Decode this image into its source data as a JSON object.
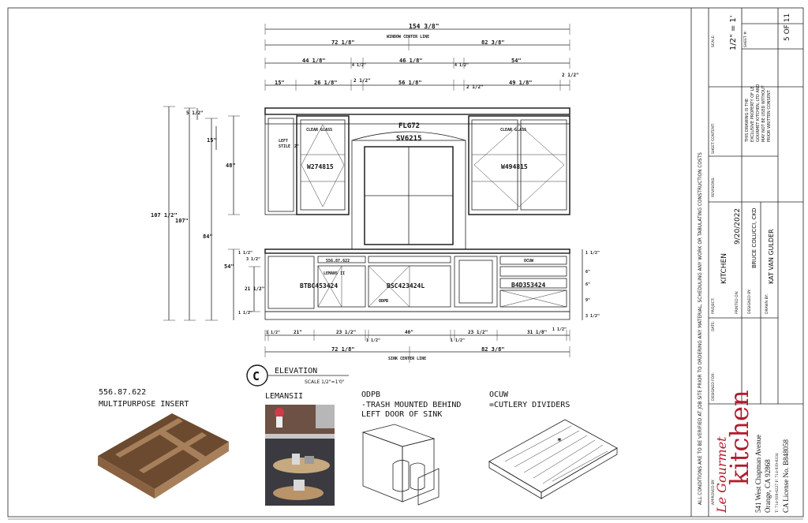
{
  "drawing": {
    "overall_width": "154 3/8\"",
    "window_center_line": "WINDOW CENTER LINE",
    "sink_center_line": "SINK CENTER LINE",
    "top_dims": {
      "row1": [
        "72 1/8\"",
        "82 3/8\""
      ],
      "row2": [
        "44 1/8\"",
        "4 1/2\"",
        "46 1/8\"",
        "4 1/2\"",
        "54\""
      ],
      "row3": [
        "15\"",
        "26 1/8\"",
        "2 1/2\"",
        "56 1/8\"",
        "2 1/2\"",
        "49 1/8\"",
        "2 1/2\""
      ]
    },
    "bottom_dims": {
      "row1": [
        "1 1/2\"",
        "21\"",
        "23 1/2\"",
        "1 1/2\"",
        "40\"",
        "1 1/2\"",
        "23 1/2\"",
        "31 1/8\"",
        "1 1/2\""
      ],
      "row2": [
        "72 1/8\"",
        "82 3/8\""
      ]
    },
    "left_dims": [
      "107 1/2\"",
      "107\"",
      "84\"",
      "48\"",
      "15\"",
      "5 1/2\"",
      "54\"",
      "21 1/2\"",
      "1 1/2\"",
      "1 1/2\"",
      "3 1/2\""
    ],
    "labels": {
      "flg": "FLG72",
      "valance": "SV6215",
      "clear_glass_left": "CLEAR GLASS",
      "clear_glass_right": "CLEAR GLASS",
      "left_stile": "LEFT\nSTILE",
      "left_stile_dim": "2\"",
      "w_left": "W274815",
      "w_right": "W494815",
      "insert_556": "556.87.622",
      "lemans": "LEMANS II",
      "base_left": "BTBC453424",
      "sink_base": "BSC423424L",
      "odpb": "ODPB",
      "drawer_base": "B4D353424",
      "ocuw": "OCUW"
    },
    "elevation": {
      "letter": "C",
      "title": "ELEVATION",
      "scale": "SCALE 1/2\"=1'0\""
    }
  },
  "details": [
    {
      "title": "556.87.622",
      "subtitle": "MULTIPURPOSE INSERT"
    },
    {
      "title": "LEMANSII",
      "subtitle": ""
    },
    {
      "title": "ODPB",
      "subtitle": "-TRASH MOUNTED BEHIND\nLEFT DOOR OF SINK"
    },
    {
      "title": "OCUW",
      "subtitle": "=CUTLERY DIVIDERS"
    }
  ],
  "title_block": {
    "disclaimer": "ALL CONDITIONS ARE TO BE VERIFIED AT JOB SITE PRIOR TO ORDERING ANY MATERIAL, SCHEDULING ANY WORK OR TABULATING CONSTRUCTION COSTS",
    "designed_for_label": "DESIGNED FOR:",
    "approved_by_label": "APPROVED BY:",
    "date_label": "DATE:",
    "project_label": "PROJECT:",
    "project": "KITCHEN",
    "printed_on_label": "PRINTED ON:",
    "printed_on": "9/20/2022",
    "designed_by_label": "DESIGNED BY:",
    "designed_by": "BRUCE COLUCCI, CKD",
    "drawn_by_label": "DRAWN BY:",
    "drawn_by": "KAT VAN GULDER",
    "revisions_label": "REVISIONS:",
    "sheet_content_label": "SHEET CONTENT:",
    "scale_label": "SCALE:",
    "scale": "1/2\" = 1'",
    "sheet_label": "SHEET #:",
    "sheet": "5 OF 11",
    "property_note": "THIS DRAWING IS THE\nEXCLUSIVE PROPERTY OF LE\nGOURMET KITCHEN, LTD AND\nMAY NOT BE USED WITHOUT\nPRIOR WRITTEN CONSENT",
    "company": {
      "script": "Le Gourmet",
      "word": "kitchen",
      "address": "541 West Chapman Avenue",
      "city": "Orange, CA 92868",
      "phone": "T: 714-939-6227  F: 714-939-6334",
      "license": "CA License No. B848058"
    }
  },
  "colors": {
    "ink": "#111111",
    "brand": "#b01c2e",
    "wood": "#6b4a30"
  }
}
